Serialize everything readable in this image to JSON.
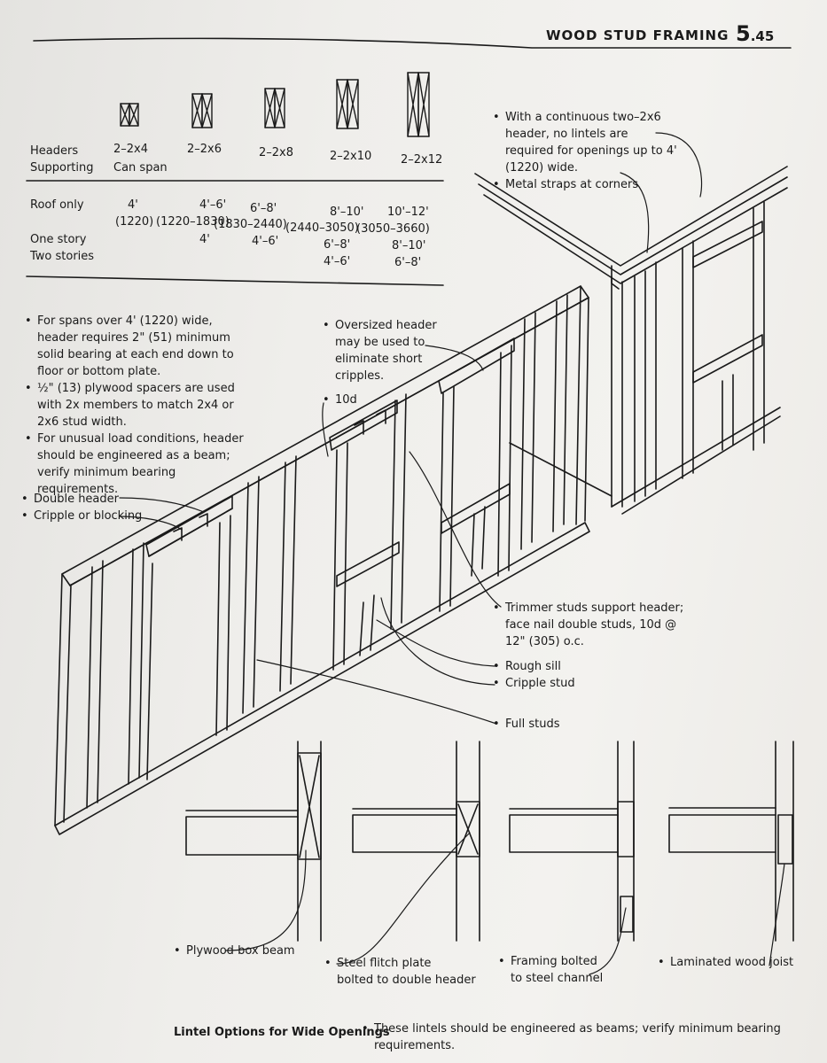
{
  "header": {
    "section_title": "WOOD STUD FRAMING",
    "page_major": "5",
    "page_minor": ".45"
  },
  "table": {
    "col_header_1": "Headers",
    "col_header_2": "Supporting",
    "can_span": "Can span",
    "sizes": [
      "2–2x4",
      "2–2x6",
      "2–2x8",
      "2–2x10",
      "2–2x12"
    ],
    "rows": [
      "Roof only",
      "One story",
      "Two stories"
    ],
    "roof_only": [
      "4'",
      "4'–6'",
      "6'–8'",
      "8'–10'",
      "10'–12'"
    ],
    "roof_only_metric": [
      "(1220)",
      "(1220–1830)",
      "(1830–2440)",
      "(2440–3050)",
      "(3050–3660)"
    ],
    "one_story": [
      "",
      "4'",
      "4'–6'",
      "6'–8'",
      "8'–10'"
    ],
    "two_stories": [
      "",
      "",
      "",
      "4'–6'",
      "6'–8'"
    ]
  },
  "notes": {
    "left": [
      "For spans over 4' (1220) wide, header requires 2\" (51) minimum solid bearing at each end down to floor or bottom plate.",
      "½\" (13) plywood spacers are used with 2x members to match 2x4 or 2x6 stud width.",
      "For unusual load conditions, header should be engineered as a beam; verify minimum bearing requirements."
    ],
    "top_right": [
      "With a continuous two–2x6 header, no lintels are required for openings up to 4' (1220) wide.",
      "Metal straps at corners"
    ],
    "oversized": "Oversized header may be used to eliminate short cripples.",
    "nail": "10d"
  },
  "callouts": {
    "double_header": "Double header",
    "cripple_blocking": "Cripple or blocking",
    "trimmer_1": "Trimmer studs support header;",
    "trimmer_2": "face nail double studs, 10d @",
    "trimmer_3": "12\" (305) o.c.",
    "rough_sill": "Rough sill",
    "cripple_stud": "Cripple stud",
    "full_studs": "Full studs"
  },
  "lintels": {
    "plywood_box": "Plywood box beam",
    "flitch_1": "Steel flitch plate",
    "flitch_2": "bolted to double header",
    "bolted_1": "Framing bolted",
    "bolted_2": "to steel channel",
    "laminated": "Laminated wood joist"
  },
  "footer": {
    "caption": "Lintel Options for Wide Openings",
    "note": "These lintels should be engineered as beams; verify minimum bearing requirements."
  }
}
